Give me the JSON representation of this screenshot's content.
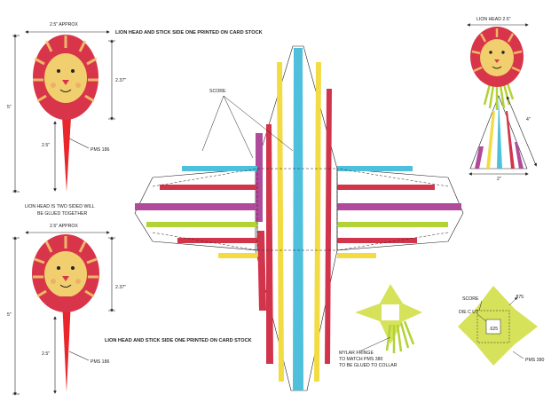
{
  "colors": {
    "lion_mane_red": "#d8354a",
    "lion_face_yellow": "#f2cf6e",
    "stick_red": "#e8262c",
    "stripe_yellow": "#f3dc43",
    "stripe_red": "#d2354b",
    "stripe_blue": "#4fc0dc",
    "stripe_magenta": "#b04a9a",
    "stripe_green": "#b3d236",
    "collar_green": "#d6e25a"
  },
  "top_left": {
    "width_label": "2.5\" APPROX",
    "height_total": "5\"",
    "head_height": "2.37\"",
    "stick_length": "2.5\"",
    "pms": "PMS 186",
    "title": "LION HEAD AND  STICK SIDE ONE PRINTED ON CARD STOCK"
  },
  "note": {
    "line1": "LION HEAD IS TWO SIDED WILL",
    "line2": "BE GLUED TOGETHER"
  },
  "bottom_left": {
    "width_label": "2.5\" APPROX",
    "height_total": "5\"",
    "head_height": "2.37\"",
    "stick_length": "2.5\"",
    "pms": "PMS 186",
    "title": "LION HEAD AND  STICK SIDE ONE PRINTED ON CARD STOCK"
  },
  "center": {
    "score_label": "SCORE"
  },
  "top_right": {
    "title": "LION HEAD 2.5\"",
    "height_label": "4\"",
    "width_label": "2\""
  },
  "fringe": {
    "line1": "MYLAR FRINGE",
    "line2": "TO MATCH PMS 380",
    "line3": "TO BE GLUED TO COLLAR"
  },
  "collar": {
    "score_label": "SCORE",
    "die_cut_label": "DIE C UT",
    "dim_outer": ".875",
    "dim_inner": ".625",
    "pms": "PMS 380"
  }
}
